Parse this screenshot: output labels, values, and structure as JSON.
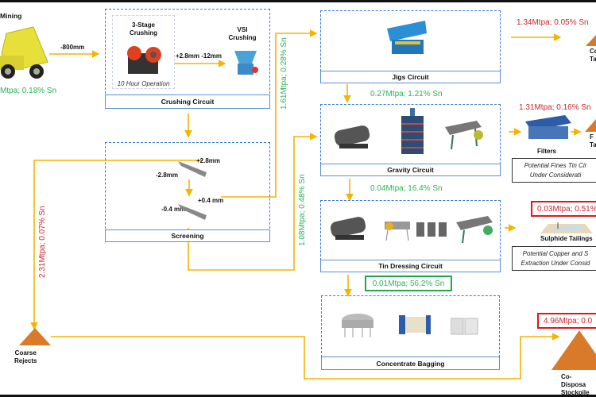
{
  "mining": {
    "label": "Mining",
    "flow": "Mtpa; 0.18% Sn",
    "feed_size": "-800mm"
  },
  "crushing": {
    "stage_label_1": "3-Stage",
    "stage_label_2": "Crushing",
    "operation": "10 Hour Operation",
    "size_range": "+2.8mm -12mm",
    "vsi_label_1": "VSI",
    "vsi_label_2": "Crushing",
    "caption": "Crushing Circuit"
  },
  "screening": {
    "plus_2_8": "+2.8mm",
    "minus_2_8": "-2.8mm",
    "plus_0_4": "+0.4 mm",
    "minus_0_4": "-0.4 mm",
    "caption": "Screening"
  },
  "flows": {
    "to_jigs": "1.61Mtpa; 0.28% Sn",
    "to_gravity": "1.08Mtpa; 0.48% Sn",
    "coarse_rejects": "2.31Mtpa; 0.07% Sn",
    "jigs_to_gravity": "0.27Mtpa; 1.21% Sn",
    "gravity_to_tin": "0.04Mtpa; 16.4% Sn",
    "tin_to_concentrate": "0.01Mtpa; 56.2% Sn",
    "jigs_tailings": "1.34Mtpa; 0.05% Sn",
    "fines_tailings": "1.31Mtpa; 0.16% Sn",
    "sulphide": "0.03Mtpa; 0.51%",
    "co_disposal": "4.96Mtpa; 0.0"
  },
  "circuits": {
    "jigs": "Jigs  Circuit",
    "gravity": "Gravity  Circuit",
    "tin_dressing": "Tin Dressing  Circuit",
    "concentrate": "Concentrate Bagging"
  },
  "outputs": {
    "coarse_tailings_1": "Co",
    "coarse_tailings_2": "Ta",
    "filters": "Filters",
    "fines_tailings_1": "F",
    "fines_tailings_2": "Ta",
    "fines_note_1": "Potential Fines Tin Cir",
    "fines_note_2": "Under Considerati",
    "sulphide_tailings": "Sulphide Tailings",
    "sulphide_note_1": "Potential Copper and S",
    "sulphide_note_2": "Extraction Under Consid",
    "coarse_rejects_1": "Coarse",
    "coarse_rejects_2": "Rejects",
    "co_disposal_1": "Co-Disposa",
    "co_disposal_2": "Stockpile"
  },
  "colors": {
    "flow_arrow": "#f5b400",
    "box_border": "#3a7bc8",
    "good_flow": "#2eb35a",
    "reject_flow": "#c8282f",
    "pile": "#d97a2a"
  }
}
